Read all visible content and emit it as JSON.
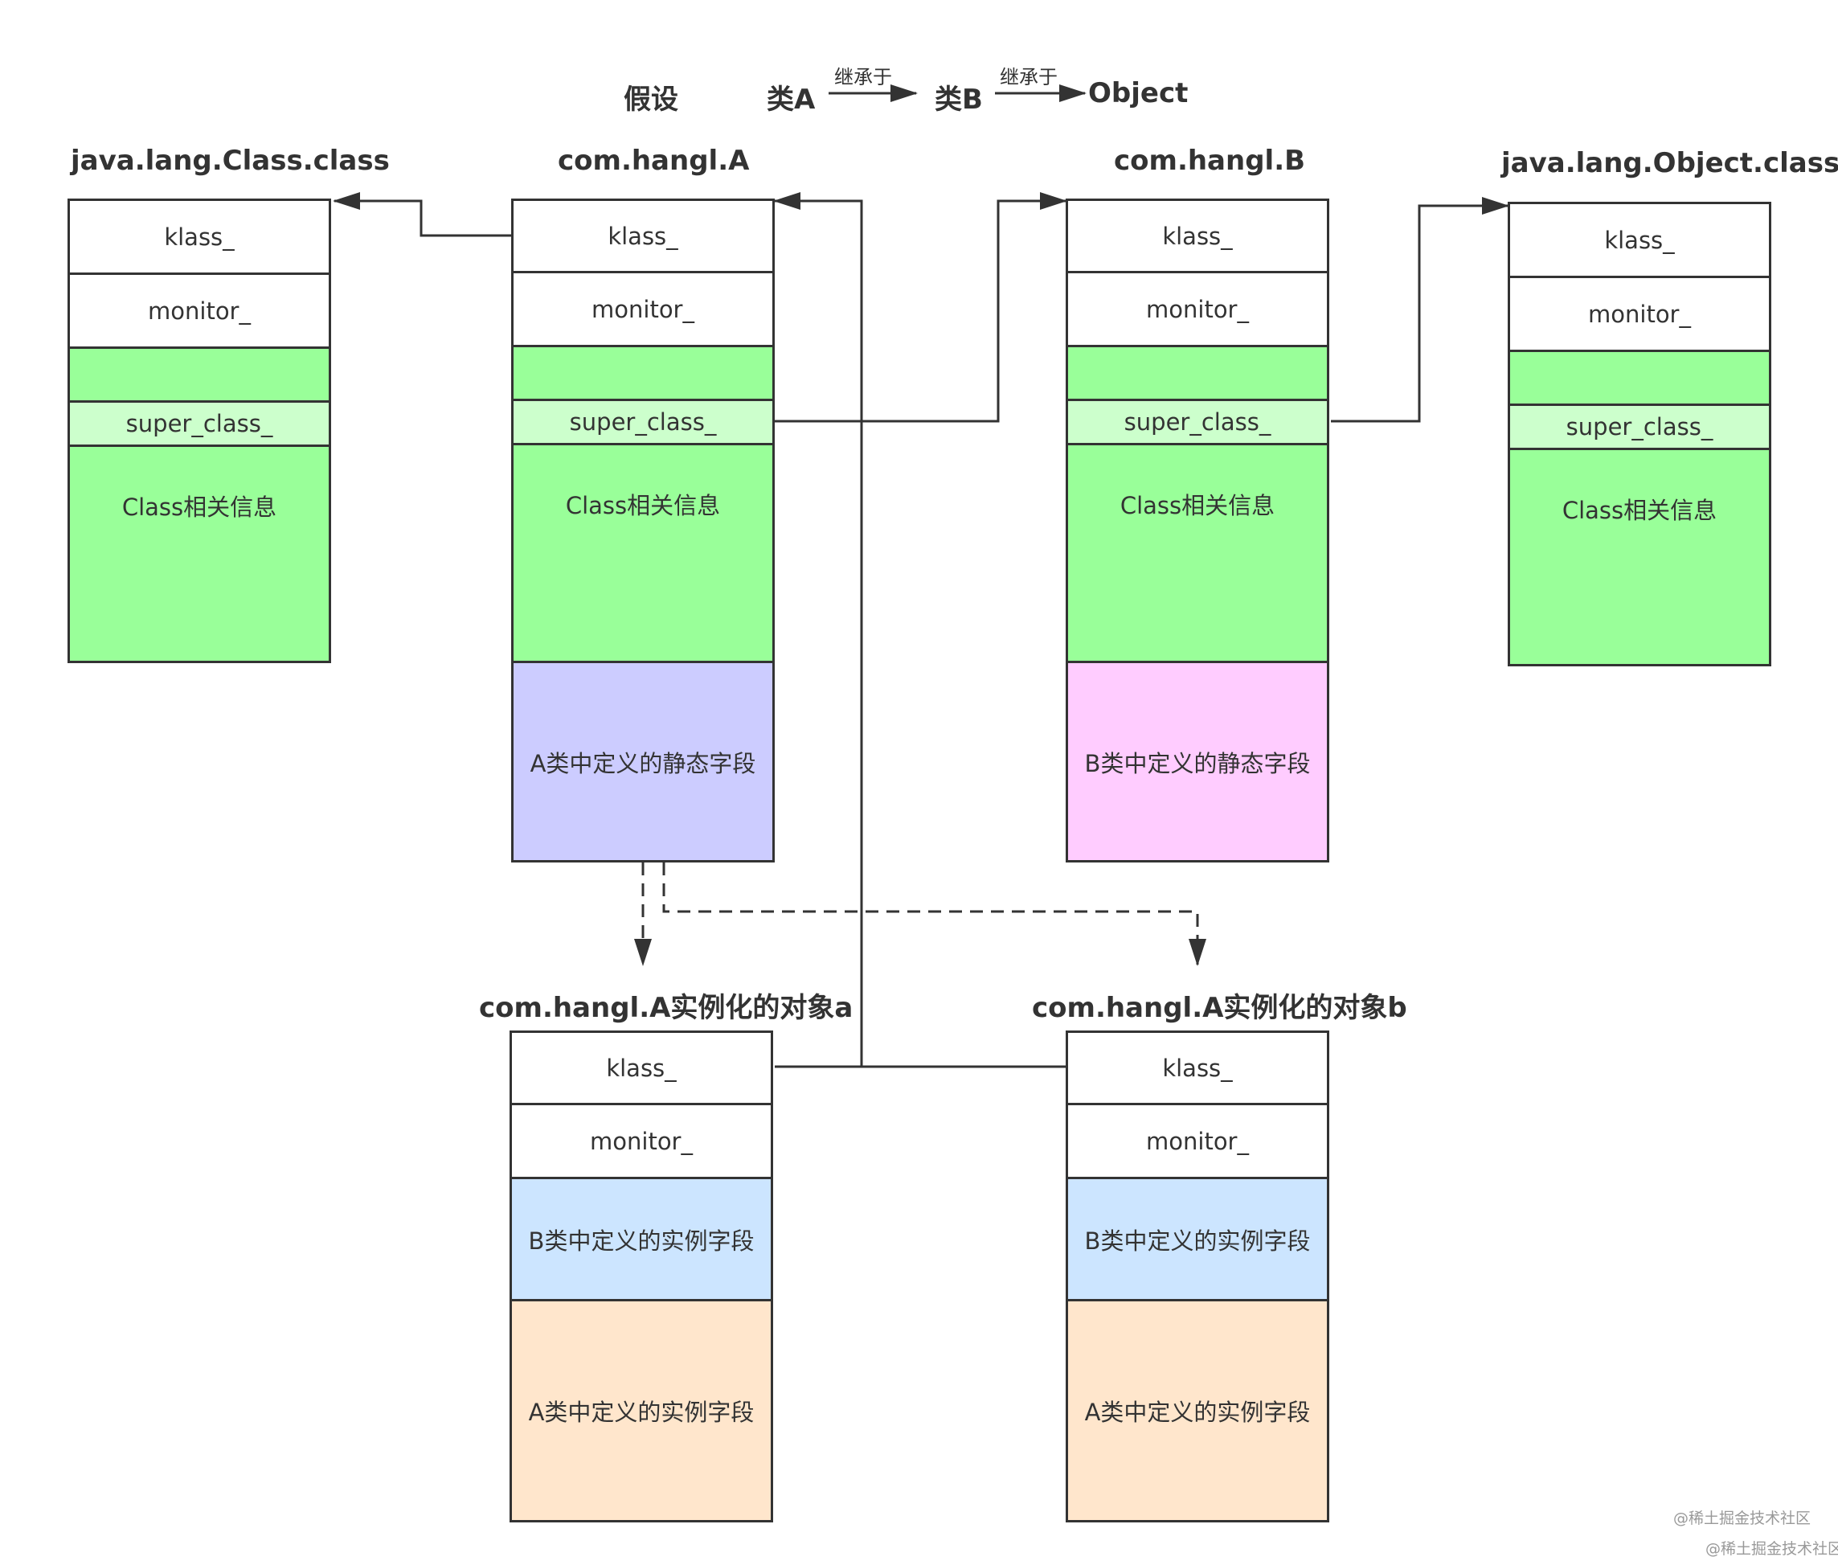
{
  "legend": {
    "prefix": "假设",
    "class_a": "类A",
    "inherits_1": "继承于",
    "class_b": "类B",
    "inherits_2": "继承于",
    "object": "Object"
  },
  "boxes": {
    "java_class": {
      "title": "java.lang.Class.class",
      "klass": "klass_",
      "monitor": "monitor_",
      "super": "super_class_",
      "info": "Class相关信息"
    },
    "com_a": {
      "title": "com.hangl.A",
      "klass": "klass_",
      "monitor": "monitor_",
      "super": "super_class_",
      "info": "Class相关信息",
      "static_fields": "A类中定义的静态字段"
    },
    "com_b": {
      "title": "com.hangl.B",
      "klass": "klass_",
      "monitor": "monitor_",
      "super": "super_class_",
      "info": "Class相关信息",
      "static_fields": "B类中定义的静态字段"
    },
    "java_object": {
      "title": "java.lang.Object.class",
      "klass": "klass_",
      "monitor": "monitor_",
      "super": "super_class_",
      "info": "Class相关信息"
    },
    "instance_a": {
      "title": "com.hangl.A实例化的对象a",
      "klass": "klass_",
      "monitor": "monitor_",
      "b_fields": "B类中定义的实例字段",
      "a_fields": "A类中定义的实例字段"
    },
    "instance_b": {
      "title": "com.hangl.A实例化的对象b",
      "klass": "klass_",
      "monitor": "monitor_",
      "b_fields": "B类中定义的实例字段",
      "a_fields": "A类中定义的实例字段"
    }
  },
  "watermark": {
    "line1": "@稀土掘金技术社区",
    "line2": "@稀土掘金技术社区"
  },
  "colors": {
    "stroke": "#333333",
    "green": "#99ff99",
    "light_green": "#ccffcc",
    "purple": "#ccccff",
    "pink": "#ffccff",
    "blue": "#cce5ff",
    "peach": "#ffe6cc"
  }
}
